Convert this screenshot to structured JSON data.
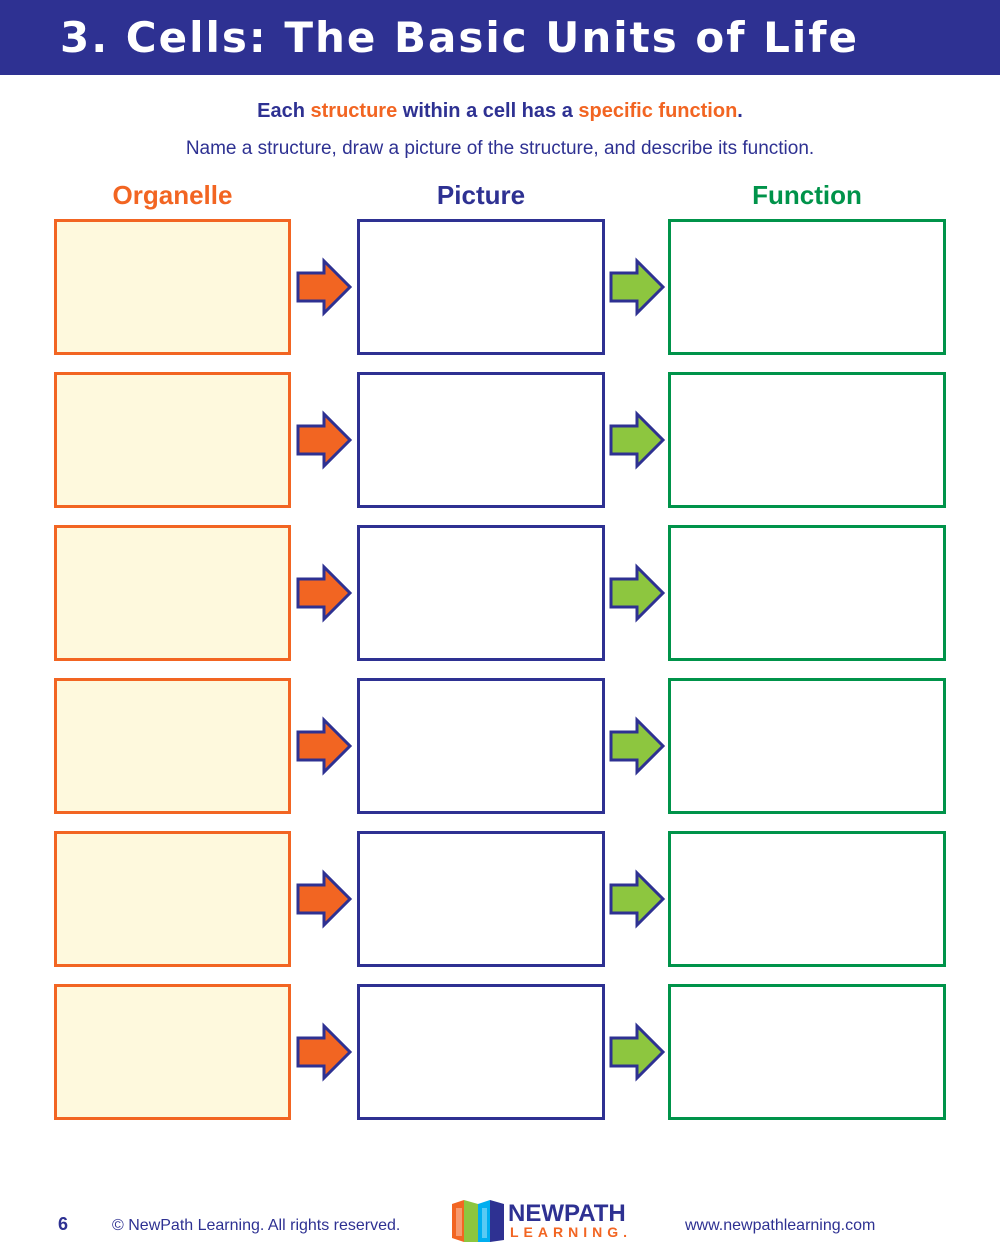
{
  "header": {
    "title": "3. Cells: The Basic Units of Life"
  },
  "intro": {
    "line1": {
      "part1": "Each ",
      "part2": "structure",
      "part3": " within a cell has a ",
      "part4": "specific function",
      "part5": "."
    },
    "line2": "Name a structure, draw a picture of the structure, and describe its function."
  },
  "columns": {
    "organelle": "Organelle",
    "picture": "Picture",
    "function": "Function"
  },
  "colors": {
    "navy": "#2e3192",
    "orange": "#f26522",
    "green": "#00934a",
    "arrow_green": "#8dc63f",
    "organelle_fill": "#fef9dd"
  },
  "rows": [
    {
      "organelle": "",
      "picture": "",
      "function": ""
    },
    {
      "organelle": "",
      "picture": "",
      "function": ""
    },
    {
      "organelle": "",
      "picture": "",
      "function": ""
    },
    {
      "organelle": "",
      "picture": "",
      "function": ""
    },
    {
      "organelle": "",
      "picture": "",
      "function": ""
    },
    {
      "organelle": "",
      "picture": "",
      "function": ""
    }
  ],
  "footer": {
    "page_number": "6",
    "copyright": "© NewPath Learning. All rights reserved.",
    "logo_top": "NEWPATH",
    "logo_bottom": "LEARNING.",
    "url": "www.newpathlearning.com"
  }
}
